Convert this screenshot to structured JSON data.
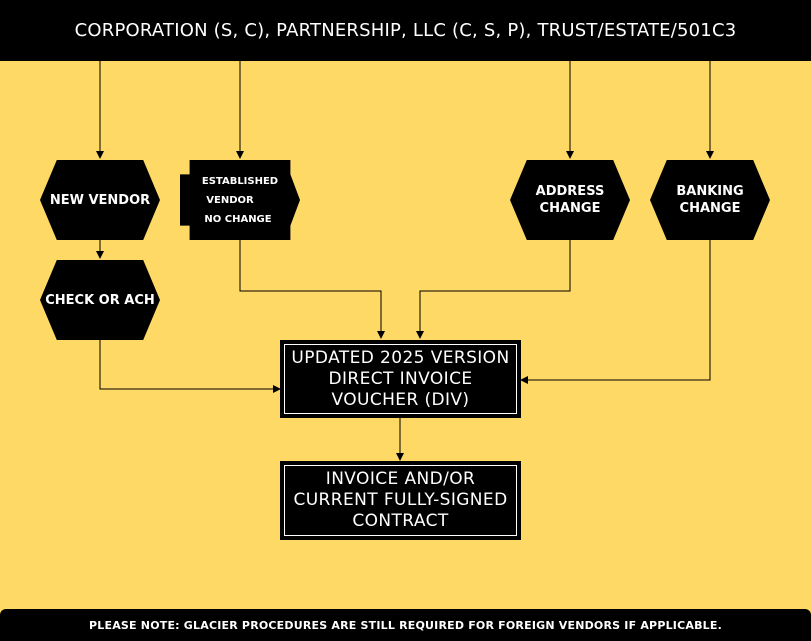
{
  "header": {
    "title": "CORPORATION (S, C), PARTNERSHIP, LLC (C, S, P), TRUST/ESTATE/501C3"
  },
  "nodes": {
    "new_vendor": [
      "NEW VENDOR"
    ],
    "established_vendor": [
      "ESTABLISHED",
      "VENDOR",
      "NO CHANGE"
    ],
    "address_change": [
      "ADDRESS",
      "CHANGE"
    ],
    "banking_change": [
      "BANKING",
      "CHANGE"
    ],
    "check_or_ach": [
      "CHECK OR ACH"
    ],
    "div_form": [
      "UPDATED 2025 VERSION",
      "DIRECT INVOICE",
      "VOUCHER (DIV)"
    ],
    "invoice_contract": [
      "INVOICE AND/OR",
      "CURRENT FULLY-SIGNED",
      "CONTRACT"
    ]
  },
  "footer": {
    "note": "PLEASE NOTE: GLACIER PROCEDURES ARE STILL REQUIRED FOR FOREIGN VENDORS IF APPLICABLE."
  },
  "colors": {
    "background": "#ffd966",
    "shape_fill": "#000000",
    "text": "#ffffff"
  }
}
